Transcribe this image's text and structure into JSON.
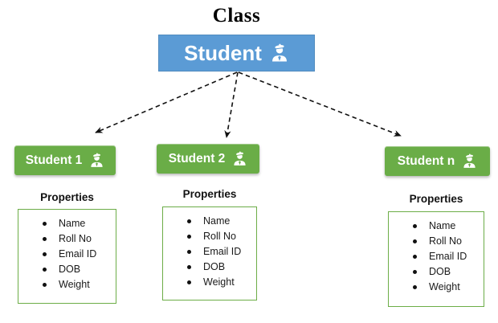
{
  "title": "Class",
  "class_box": {
    "label": "Student",
    "icon": "student-icon"
  },
  "instances": [
    {
      "label": "Student 1",
      "icon": "student-icon",
      "properties_label": "Properties",
      "properties": [
        "Name",
        "Roll No",
        "Email ID",
        "DOB",
        "Weight"
      ]
    },
    {
      "label": "Student 2",
      "icon": "student-icon",
      "properties_label": "Properties",
      "properties": [
        "Name",
        "Roll No",
        "Email ID",
        "DOB",
        "Weight"
      ]
    },
    {
      "label": "Student n",
      "icon": "student-icon",
      "properties_label": "Properties",
      "properties": [
        "Name",
        "Roll No",
        "Email ID",
        "DOB",
        "Weight"
      ]
    }
  ],
  "colors": {
    "class_box_blue": "#5b9bd5",
    "instance_green": "#6aad47",
    "properties_border_green": "#6cad47",
    "arrow_black": "#111111"
  }
}
